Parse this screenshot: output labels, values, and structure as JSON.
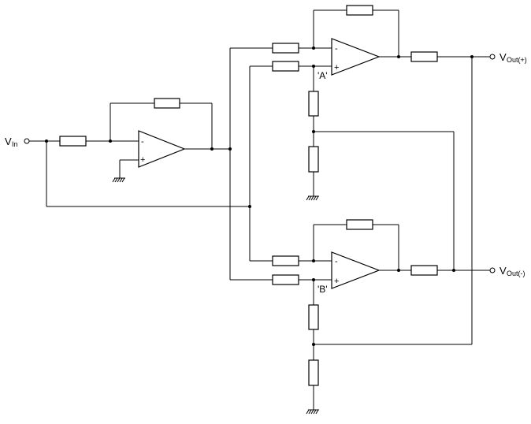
{
  "labels": {
    "vin_main": "V",
    "vin_sub": "In",
    "vout_pos_main": "V",
    "vout_pos_sub": "Out(+)",
    "vout_neg_main": "V",
    "vout_neg_sub": "Out(-)",
    "node_a": "'A'",
    "node_b": "'B'",
    "minus": "-",
    "plus": "+"
  }
}
